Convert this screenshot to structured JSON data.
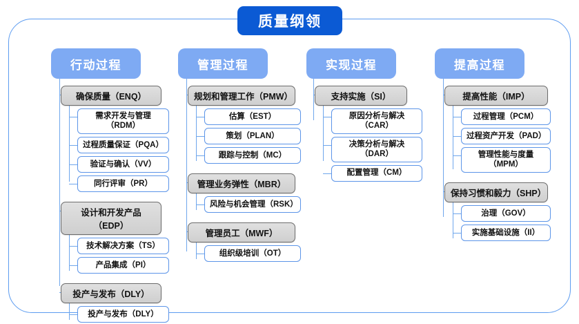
{
  "title": "质量纲领",
  "columns": [
    {
      "header": "行动过程",
      "spine_height": 300,
      "groups": [
        {
          "label": "确保质量（ENQ）",
          "spine_height": 110,
          "children": [
            {
              "label": "需求开发与管理（RDM）"
            },
            {
              "label": "过程质量保证（PQA）"
            },
            {
              "label": "验证与确认（VV）"
            },
            {
              "label": "同行评审（PR）"
            }
          ]
        },
        {
          "label": "设计和开发产品（EDP）",
          "spine_height": 52,
          "children": [
            {
              "label": "技术解决方案（TS）"
            },
            {
              "label": "产品集成（PI）"
            }
          ]
        },
        {
          "label": "投产与发布（DLY）",
          "spine_height": 24,
          "children": [
            {
              "label": "投产与发布（DLY）"
            }
          ]
        }
      ]
    },
    {
      "header": "管理过程",
      "spine_height": 250,
      "groups": [
        {
          "label": "规划和管理工作（PMW）",
          "spine_height": 80,
          "children": [
            {
              "label": "估算（EST）"
            },
            {
              "label": "策划（PLAN）"
            },
            {
              "label": "跟踪与控制（MC）"
            }
          ]
        },
        {
          "label": "管理业务弹性（MBR）",
          "spine_height": 24,
          "children": [
            {
              "label": "风险与机会管理（RSK）"
            }
          ]
        },
        {
          "label": "管理员工（MWF）",
          "spine_height": 24,
          "children": [
            {
              "label": "组织级培训（OT）"
            }
          ]
        }
      ]
    },
    {
      "header": "实现过程",
      "spine_height": 60,
      "groups": [
        {
          "label": "支持实施（SI）",
          "spine_height": 80,
          "children": [
            {
              "label": "原因分析与解决（CAR）"
            },
            {
              "label": "决策分析与解决（DAR）"
            },
            {
              "label": "配置管理（CM）"
            }
          ]
        }
      ]
    },
    {
      "header": "提高过程",
      "spine_height": 200,
      "groups": [
        {
          "label": "提高性能（IMP）",
          "spine_height": 92,
          "children": [
            {
              "label": "过程管理（PCM）"
            },
            {
              "label": "过程资产开发（PAD）"
            },
            {
              "label": "管理性能与度量\n（MPM）"
            }
          ]
        },
        {
          "label": "保持习惯和毅力（SHP）",
          "spine_height": 52,
          "children": [
            {
              "label": "治理（GOV）"
            },
            {
              "label": "实施基础设施（II）"
            }
          ]
        }
      ]
    }
  ],
  "colors": {
    "root_title_bg": "#0b5ad4",
    "column_header_bg": "#7eaaf3",
    "frame_border": "#5b9bf0",
    "connector": "#6ea6ec",
    "group_box_bg": "#d6d6d6",
    "group_box_border": "#6b6b6b",
    "child_box_border": "#5b94e8",
    "child_box_bg": "#ffffff"
  }
}
